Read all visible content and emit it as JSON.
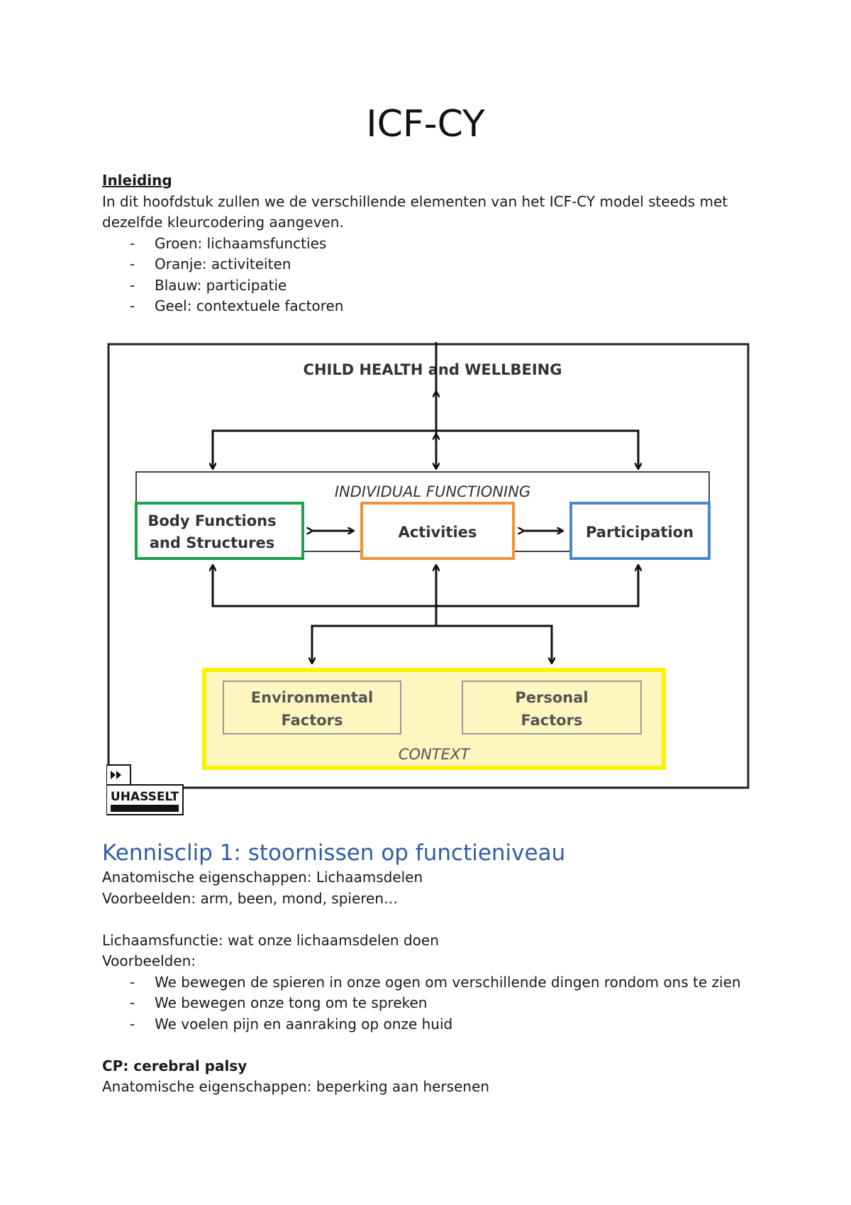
{
  "document": {
    "title": "ICF-CY",
    "intro": {
      "heading": "Inleiding",
      "paragraph": "In dit hoofdstuk zullen we de verschillende elementen van het ICF-CY model steeds met dezelfde kleurcodering aangeven.",
      "bullets": [
        "Groen: lichaamsfuncties",
        "Oranje: activiteiten",
        "Blauw: participatie",
        "Geel: contextuele factoren"
      ]
    },
    "diagram": {
      "top_label": "CHILD HEALTH and WELLBEING",
      "band_label": "INDIVIDUAL FUNCTIONING",
      "body_line1": "Body Functions",
      "body_line2": "and Structures",
      "activities": "Activities",
      "participation": "Participation",
      "env_line1": "Environmental",
      "env_line2": "Factors",
      "pers_line1": "Personal",
      "pers_line2": "Factors",
      "context": "CONTEXT",
      "logo_text": "UHASSELT",
      "logo_icon": "fast-forward-icon",
      "colors": {
        "green": "#1aa34a",
        "orange": "#f0913d",
        "blue": "#4a86d0",
        "yellow": "#fff200",
        "yellow_fill": "#fdf7bf"
      }
    },
    "section1": {
      "heading": "Kennisclip 1: stoornissen op functieniveau",
      "line1": "Anatomische eigenschappen: Lichaamsdelen",
      "line2": "Voorbeelden: arm, been, mond, spieren…",
      "line3": "Lichaamsfunctie: wat onze lichaamsdelen doen",
      "line4": "Voorbeelden:",
      "bullets": [
        "We bewegen de spieren in onze ogen om verschillende dingen rondom ons te zien",
        "We bewegen onze tong om te spreken",
        "We voelen pijn en aanraking op onze huid"
      ],
      "cp_heading": "CP: cerebral palsy",
      "cp_line": "Anatomische eigenschappen: beperking aan hersenen"
    }
  }
}
